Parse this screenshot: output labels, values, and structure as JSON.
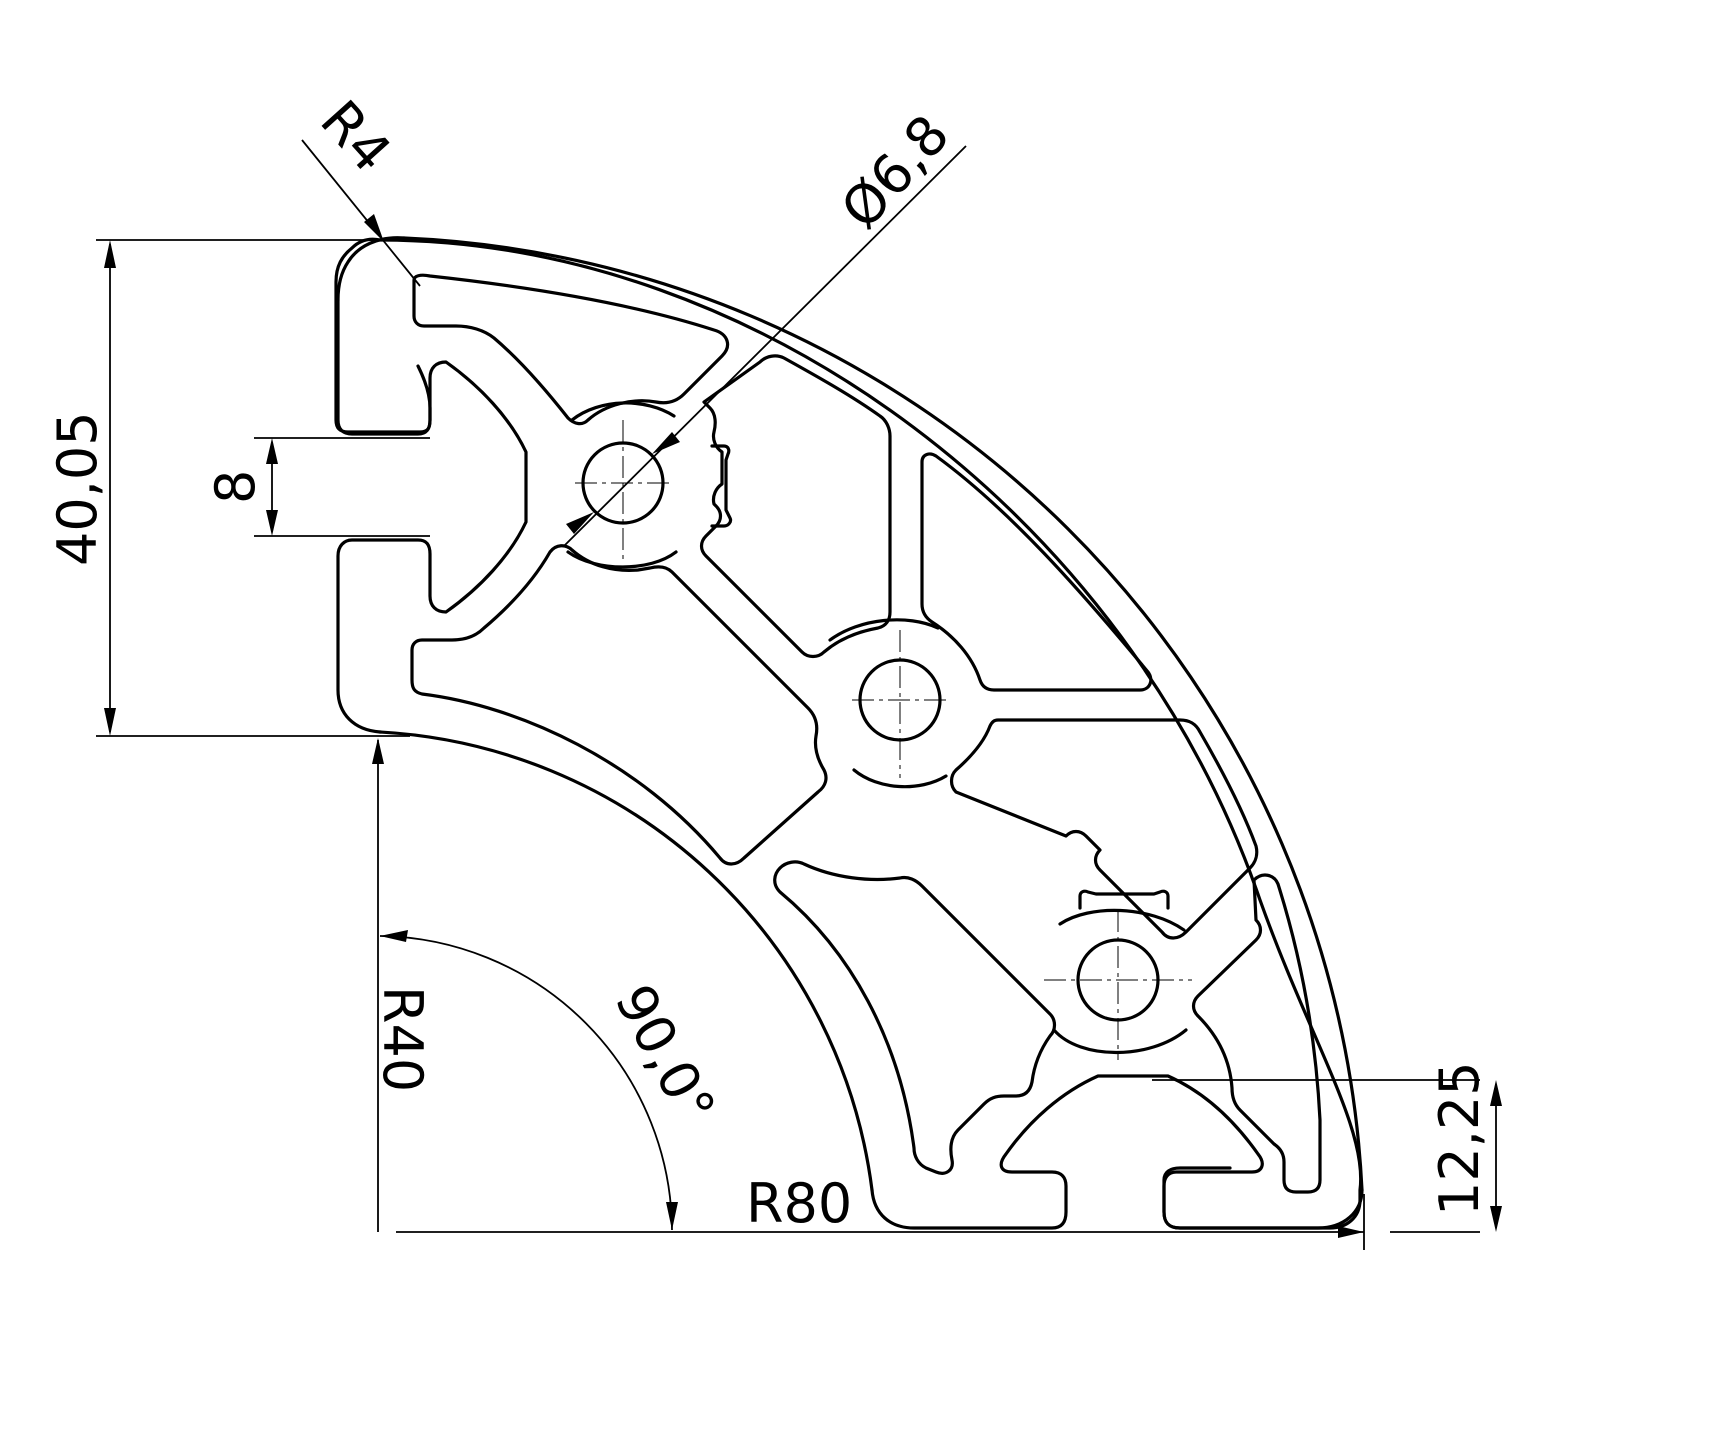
{
  "drawing": {
    "dimensions": {
      "corner_radius": "R4",
      "hole_diameter": "Ø6,8",
      "height": "40,05",
      "slot_width": "8",
      "inner_radius": "R40",
      "angle": "90,0°",
      "outer_radius": "R80",
      "slot_offset": "12,25"
    }
  }
}
